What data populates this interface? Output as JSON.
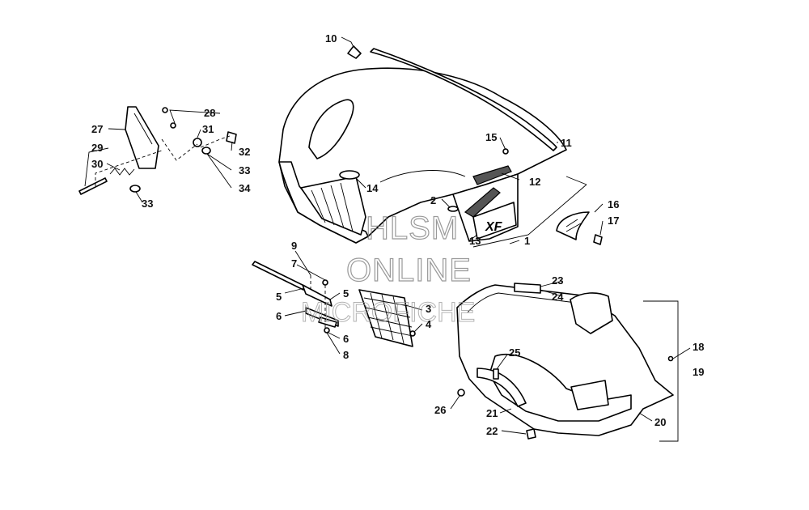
{
  "diagram": {
    "callouts": {
      "c1": "1",
      "c2": "2",
      "c3": "3",
      "c4": "4",
      "c5a": "5",
      "c5b": "5",
      "c6a": "6",
      "c6b": "6",
      "c7": "7",
      "c8": "8",
      "c9": "9",
      "c10": "10",
      "c11": "11",
      "c12": "12",
      "c13": "13",
      "c14": "14",
      "c15": "15",
      "c16": "16",
      "c17": "17",
      "c18": "18",
      "c19": "19",
      "c20": "20",
      "c21": "21",
      "c22": "22",
      "c23": "23",
      "c24": "24",
      "c25": "25",
      "c26": "26",
      "c27": "27",
      "c28": "28",
      "c29": "29",
      "c30": "30",
      "c31": "31",
      "c32": "32",
      "c33a": "33",
      "c33b": "33",
      "c34": "34"
    },
    "decal_text": "XF",
    "watermark": {
      "line1": "HLSM",
      "line2": "ONLINE",
      "line3": "MICROFICHE"
    }
  }
}
